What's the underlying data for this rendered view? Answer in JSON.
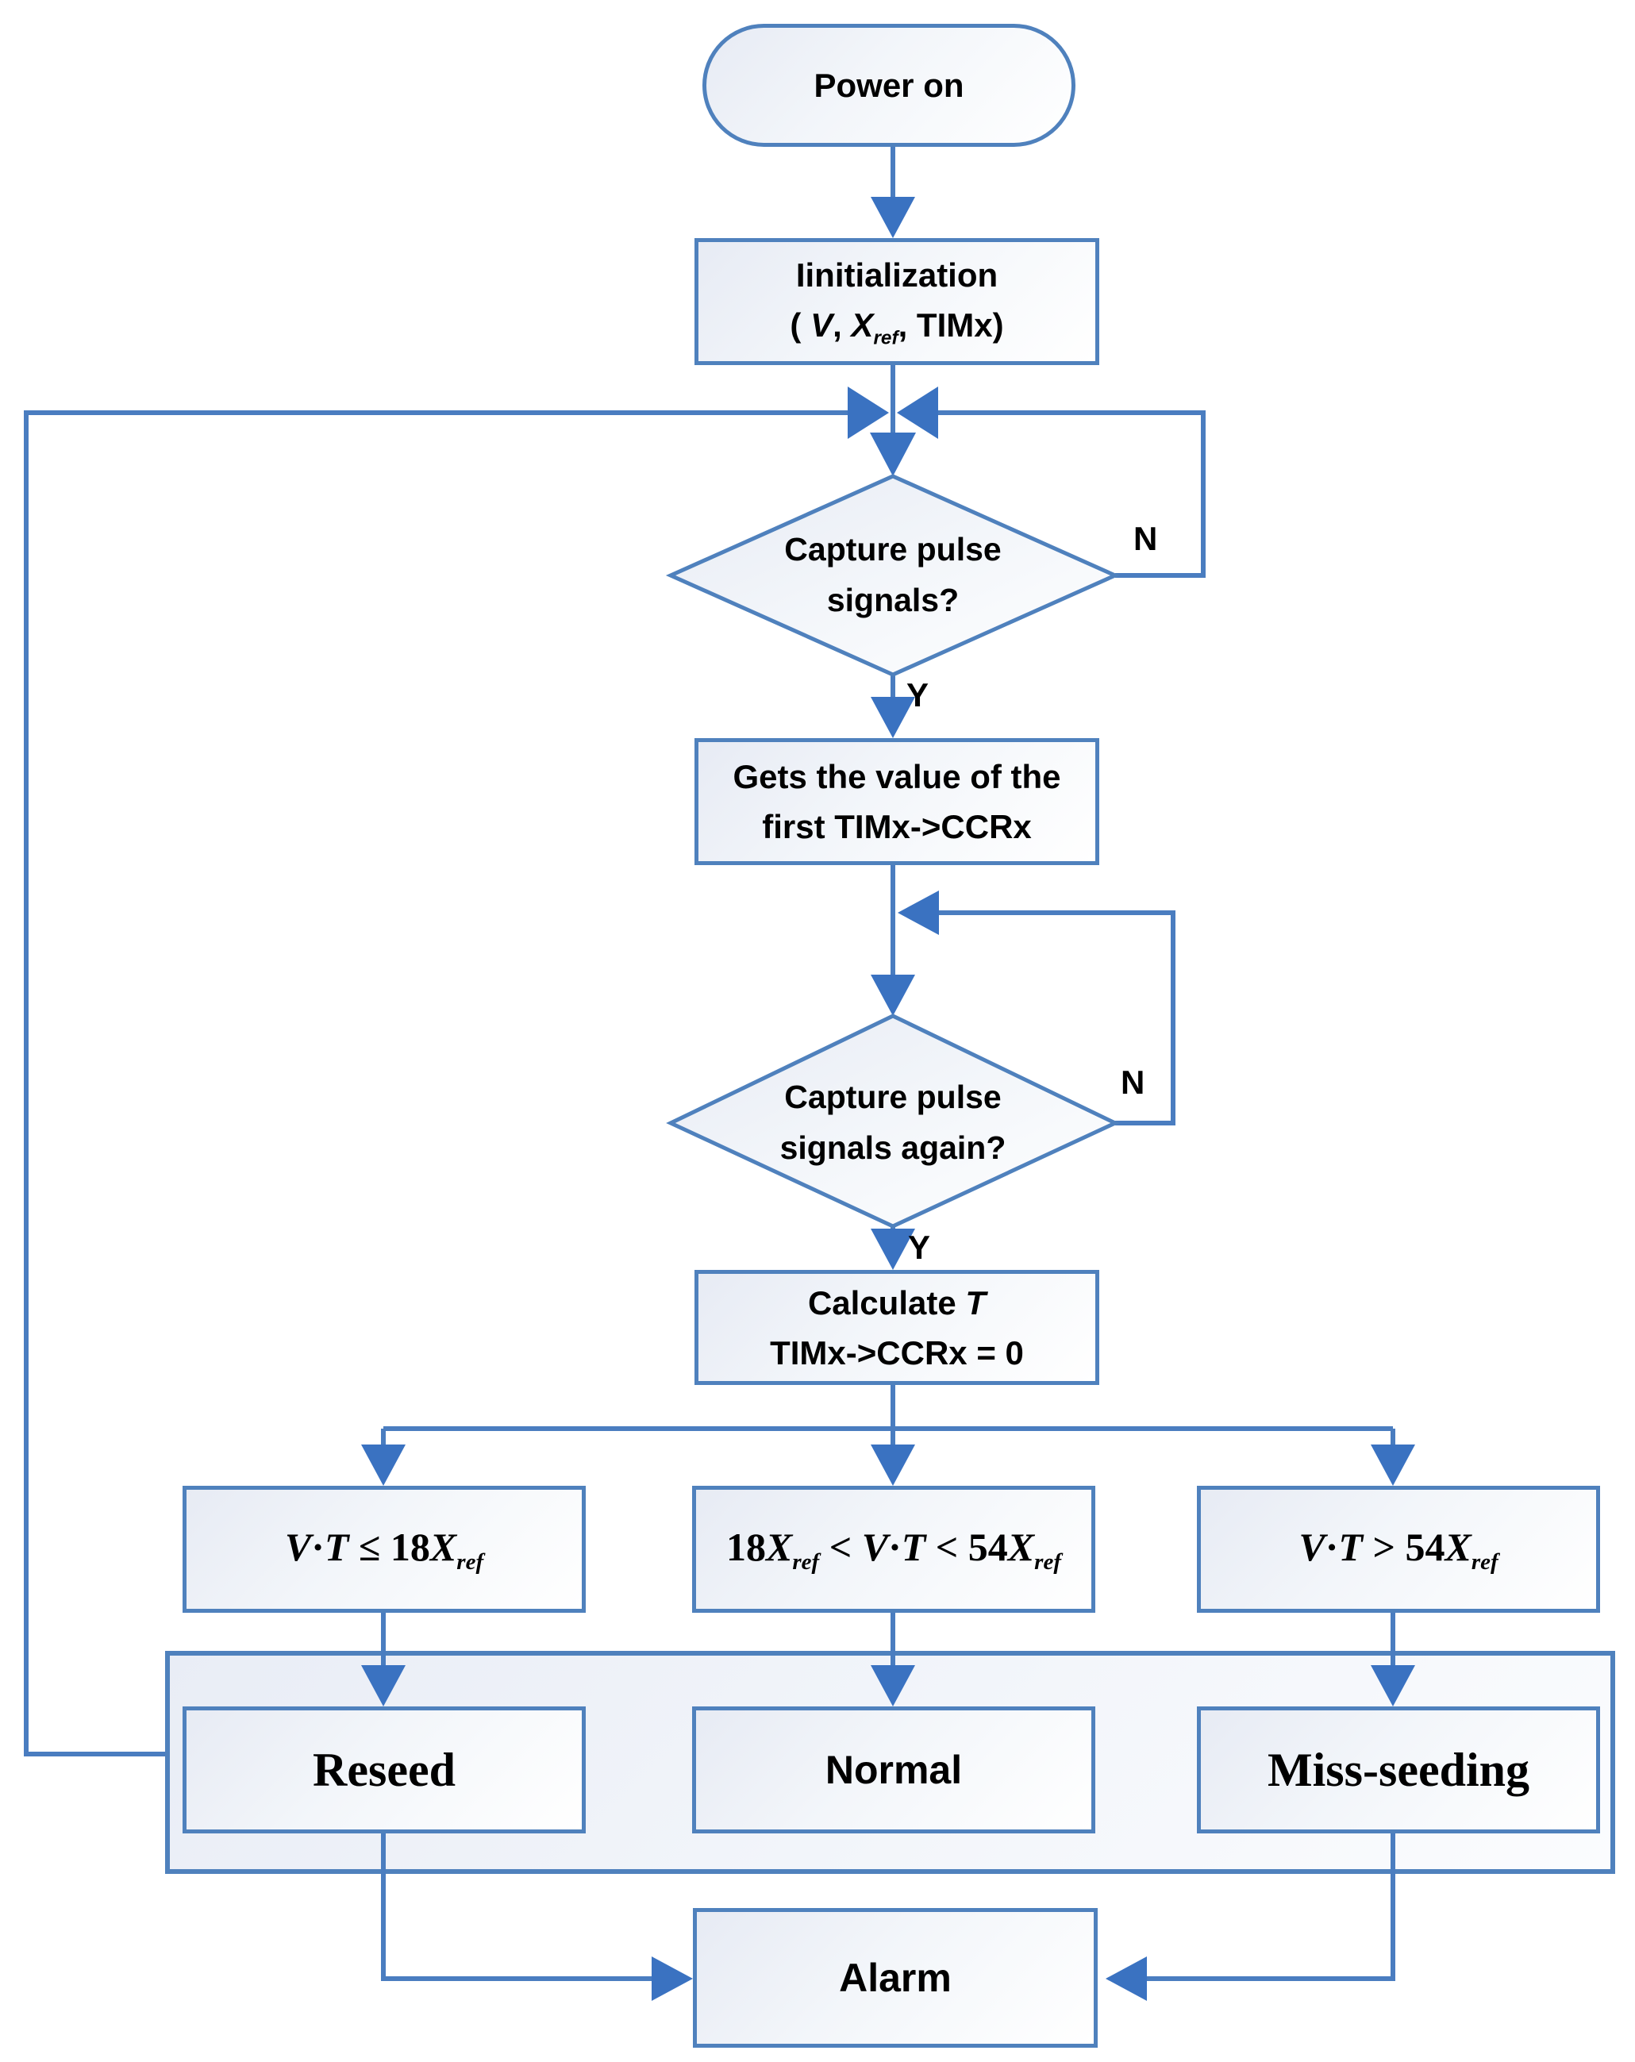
{
  "colors": {
    "line": "#4a7dc0",
    "arrow": "#3a72c1",
    "shape_border": "#4f81bd",
    "shape_fill_top": "#e7ebf4",
    "shape_fill_bottom": "#ffffff",
    "text": "#000000"
  },
  "nodes": {
    "power_on": {
      "label": "Power on"
    },
    "initialization": {
      "line1": "Iinitialization",
      "line2_html": "( <i>V</i>, <i>X</i><sub>ref</sub>, TIMx)"
    },
    "capture_pulse": {
      "line1": "Capture pulse",
      "line2": "signals?"
    },
    "get_value": {
      "line1": "Gets the value of the",
      "line2": "first TIMx->CCRx"
    },
    "capture_pulse_again": {
      "line1": "Capture pulse",
      "line2": "signals again?"
    },
    "calculate": {
      "line1_html": "Calculate <i>T</i>",
      "line2": "TIMx->CCRx = 0"
    },
    "condition_low_html": "<i>V</i>·<i>T</i> ≤ 18<i>X</i><sub>ref</sub>",
    "condition_mid_html": "18<i>X</i><sub>ref</sub> &lt; <i>V</i>·<i>T</i> &lt; 54<i>X</i><sub>ref</sub>",
    "condition_high_html": "<i>V</i>·<i>T</i> &gt; 54<i>X</i><sub>ref</sub>",
    "reseed": {
      "label": "Reseed"
    },
    "normal": {
      "label": "Normal"
    },
    "miss_seeding": {
      "label": "Miss-seeding"
    },
    "alarm": {
      "label": "Alarm"
    }
  },
  "edge_labels": {
    "capture1_yes": "Y",
    "capture1_no": "N",
    "capture2_yes": "Y",
    "capture2_no": "N"
  }
}
